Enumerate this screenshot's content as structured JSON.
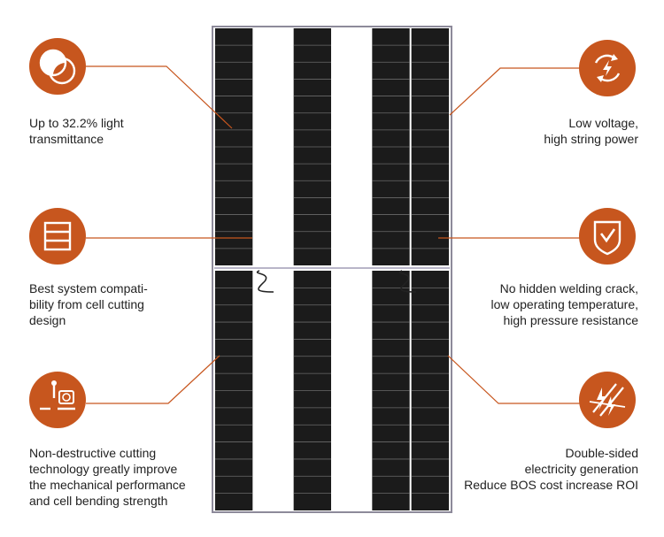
{
  "colors": {
    "accent": "#c7561e",
    "cell": "#1b1b1b",
    "gap": "#ffffff",
    "frame": "#8d8a9a",
    "text": "#222222"
  },
  "panel": {
    "columns": 6,
    "cell_rows_per_half": 14,
    "layout": [
      "cells",
      "gap",
      "cells",
      "gap",
      "cells",
      "cells"
    ]
  },
  "features": [
    {
      "id": "transmittance",
      "side": "left",
      "icon": "overlapping-circles-icon",
      "text": "Up to 32.2% light\ntransmittance"
    },
    {
      "id": "compatibility",
      "side": "left",
      "icon": "stacked-cells-icon",
      "text": "Best system compati-\nbility from cell cutting\ndesign"
    },
    {
      "id": "cutting",
      "side": "left",
      "icon": "cutting-tool-icon",
      "text": "Non-destructive cutting\ntechnology greatly improve\nthe mechanical performance\nand cell bending strength"
    },
    {
      "id": "voltage",
      "side": "right",
      "icon": "circular-arrows-bolt-icon",
      "text": "Low voltage,\nhigh string power"
    },
    {
      "id": "welding",
      "side": "right",
      "icon": "shield-check-icon",
      "text": "No hidden welding crack,\nlow operating temperature,\nhigh pressure resistance"
    },
    {
      "id": "bifacial",
      "side": "right",
      "icon": "double-sided-bolt-icon",
      "text": "Double-sided\nelectricity generation\nReduce BOS cost increase ROI"
    }
  ]
}
